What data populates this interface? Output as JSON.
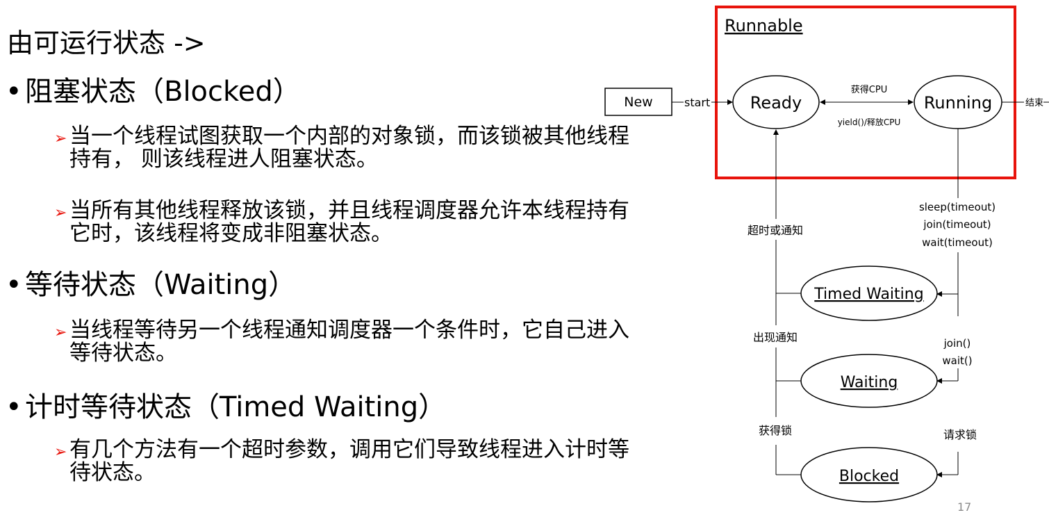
{
  "heading": "由可运行状态 ->",
  "bullets": [
    {
      "title": "阻塞状态（Blocked）",
      "points": [
        "当一个线程试图获取一个内部的对象锁，而该锁被其他线程持有， 则该线程进人阻塞状态。",
        "当所有其他线程释放该锁，并且线程调度器允许本线程持有它时，该线程将变成非阻塞状态。"
      ]
    },
    {
      "title": "等待状态（Waiting）",
      "points": [
        "当线程等待另一个线程通知调度器一个条件时，它自己进入等待状态。"
      ]
    },
    {
      "title": "计时等待状态（Timed Waiting）",
      "points": [
        "有几个方法有一个超时参数，调用它们导致线程进入计时等待状态。"
      ]
    }
  ],
  "diagram": {
    "runnable_label": "Runnable",
    "runnable_border_color": "#e8140c",
    "states": {
      "new": "New",
      "ready": "Ready",
      "running": "Running",
      "timed_waiting": "Timed Waiting",
      "waiting": "Waiting",
      "blocked": "Blocked"
    },
    "edges": {
      "start": "start",
      "end": "结束",
      "get_cpu": "获得CPU",
      "yield": "yield()/释放CPU",
      "timeout_or_notify": "超时或通知",
      "notify": "出现通知",
      "get_lock": "获得锁",
      "timed_methods": [
        "sleep(timeout)",
        "join(timeout)",
        "wait(timeout)"
      ],
      "wait_methods": [
        "join()",
        "wait()"
      ],
      "request_lock": "请求锁"
    }
  },
  "page_number": "17"
}
